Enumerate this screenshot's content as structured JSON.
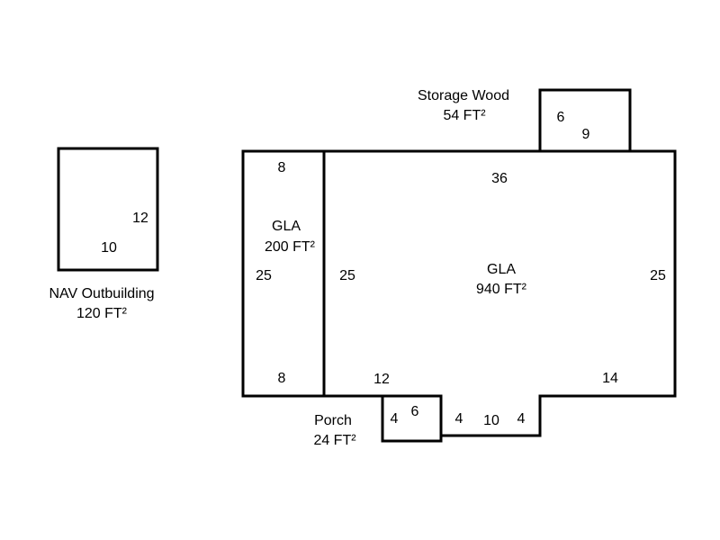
{
  "page": {
    "background_color": "#ffffff",
    "line_color": "#000000",
    "text_color": "#000000"
  },
  "storage": {
    "title": "Storage Wood",
    "area": "54 FT²",
    "dim_height": "6",
    "dim_width": "9"
  },
  "outbuilding": {
    "title": "NAV Outbuilding",
    "area": "120 FT²",
    "dim_height": "12",
    "dim_width": "10"
  },
  "gla_small": {
    "title": "GLA",
    "area": "200 FT²",
    "dim_top": "8",
    "dim_left": "25",
    "dim_bottom": "8"
  },
  "gla_main": {
    "title": "GLA",
    "area": "940 FT²",
    "dim_top": "36",
    "dim_left": "25",
    "dim_right": "25",
    "dim_bottom_left": "12",
    "dim_bottom_right": "14",
    "bump_dim_left": "4",
    "bump_dim_bottom": "10",
    "bump_dim_right": "4"
  },
  "porch": {
    "title": "Porch",
    "area": "24 FT²",
    "dim_height": "4",
    "dim_width": "6"
  }
}
